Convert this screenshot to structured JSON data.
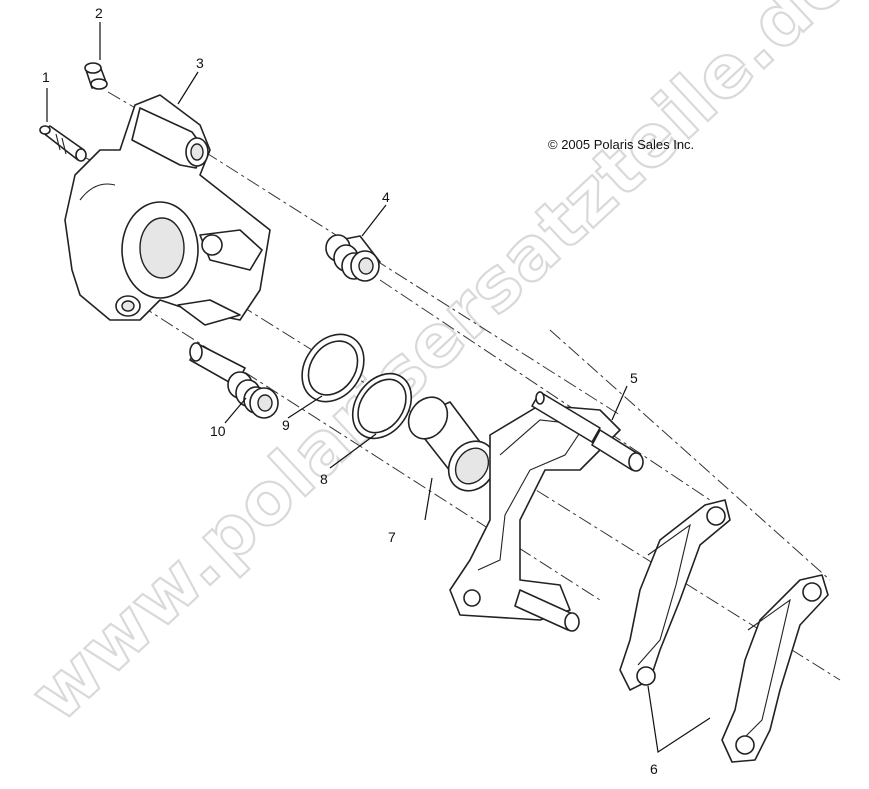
{
  "diagram": {
    "copyright": "© 2005 Polaris Sales Inc.",
    "watermark": "www.polarisersatzteile.de",
    "callouts": [
      {
        "id": "1",
        "text": "1"
      },
      {
        "id": "2",
        "text": "2"
      },
      {
        "id": "3",
        "text": "3"
      },
      {
        "id": "4",
        "text": "4"
      },
      {
        "id": "5",
        "text": "5"
      },
      {
        "id": "6",
        "text": "6"
      },
      {
        "id": "7",
        "text": "7"
      },
      {
        "id": "8",
        "text": "8"
      },
      {
        "id": "9",
        "text": "9"
      },
      {
        "id": "10",
        "text": "10"
      }
    ]
  }
}
